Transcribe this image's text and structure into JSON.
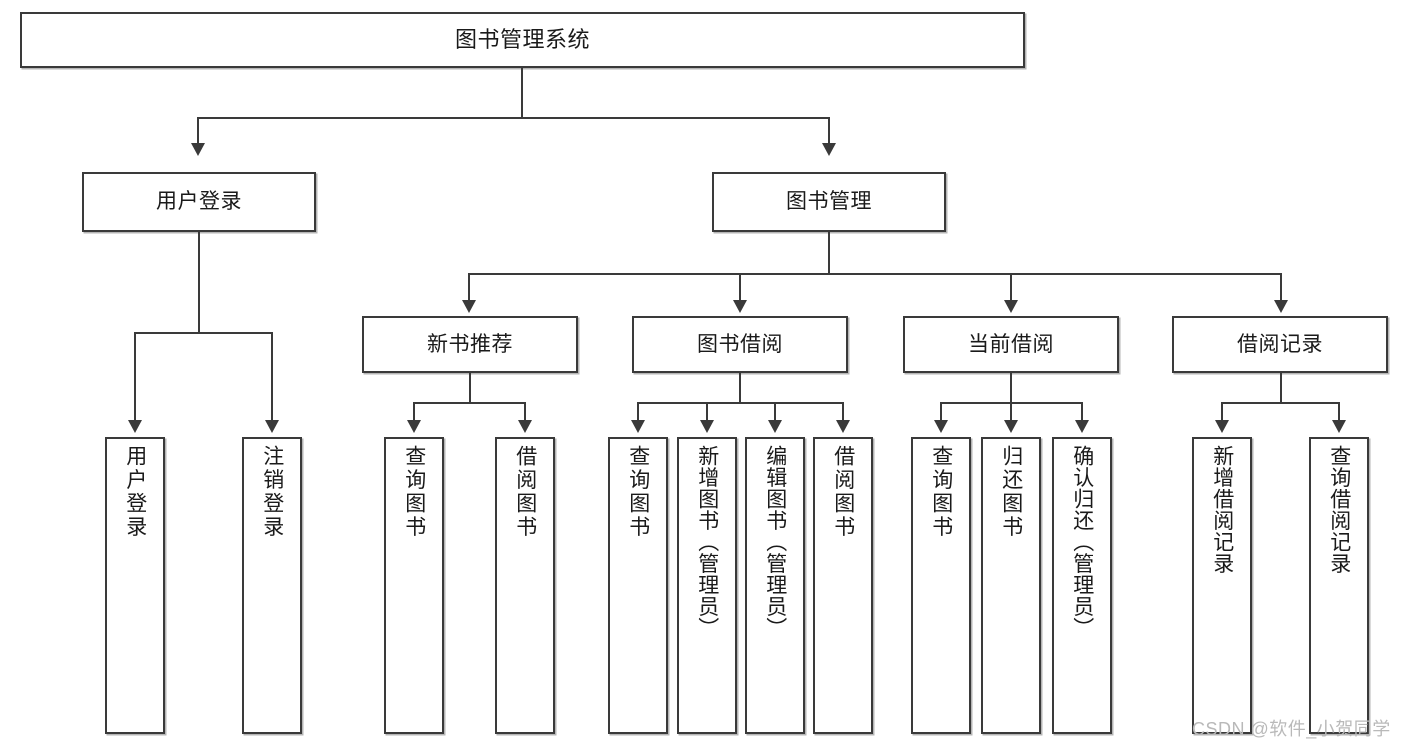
{
  "diagram": {
    "type": "tree",
    "title": "图书管理系统",
    "root": {
      "id": "root",
      "label": "图书管理系统"
    },
    "level1": [
      {
        "id": "user-login",
        "label": "用户登录"
      },
      {
        "id": "book-manage",
        "label": "图书管理"
      }
    ],
    "level2": [
      {
        "id": "new-book-rec",
        "label": "新书推荐",
        "parent": "book-manage"
      },
      {
        "id": "book-borrow",
        "label": "图书借阅",
        "parent": "book-manage"
      },
      {
        "id": "current-borrow",
        "label": "当前借阅",
        "parent": "book-manage"
      },
      {
        "id": "borrow-record",
        "label": "借阅记录",
        "parent": "book-manage"
      }
    ],
    "leaves": [
      {
        "id": "leaf-user-login",
        "label": "用户登录",
        "parent": "user-login"
      },
      {
        "id": "leaf-logout",
        "label": "注销登录",
        "parent": "user-login"
      },
      {
        "id": "leaf-query-book-1",
        "label": "查询图书",
        "parent": "new-book-rec"
      },
      {
        "id": "leaf-borrow-book-1",
        "label": "借阅图书",
        "parent": "new-book-rec"
      },
      {
        "id": "leaf-query-book-2",
        "label": "查询图书",
        "parent": "book-borrow"
      },
      {
        "id": "leaf-add-book",
        "label": "新增图书（管理员）",
        "parent": "book-borrow"
      },
      {
        "id": "leaf-edit-book",
        "label": "编辑图书（管理员）",
        "parent": "book-borrow"
      },
      {
        "id": "leaf-borrow-book-2",
        "label": "借阅图书",
        "parent": "book-borrow"
      },
      {
        "id": "leaf-query-book-3",
        "label": "查询图书",
        "parent": "current-borrow"
      },
      {
        "id": "leaf-return-book",
        "label": "归还图书",
        "parent": "current-borrow"
      },
      {
        "id": "leaf-confirm-return",
        "label": "确认归还（管理员）",
        "parent": "current-borrow"
      },
      {
        "id": "leaf-add-record",
        "label": "新增借阅记录",
        "parent": "borrow-record"
      },
      {
        "id": "leaf-query-record",
        "label": "查询借阅记录",
        "parent": "borrow-record"
      }
    ],
    "colors": {
      "stroke": "#3a3a3a",
      "fill": "#ffffff",
      "text": "#1a1a1a",
      "watermark": "#b9b9b9"
    }
  },
  "watermark": {
    "text": "CSDN @软件_小贺同学"
  }
}
